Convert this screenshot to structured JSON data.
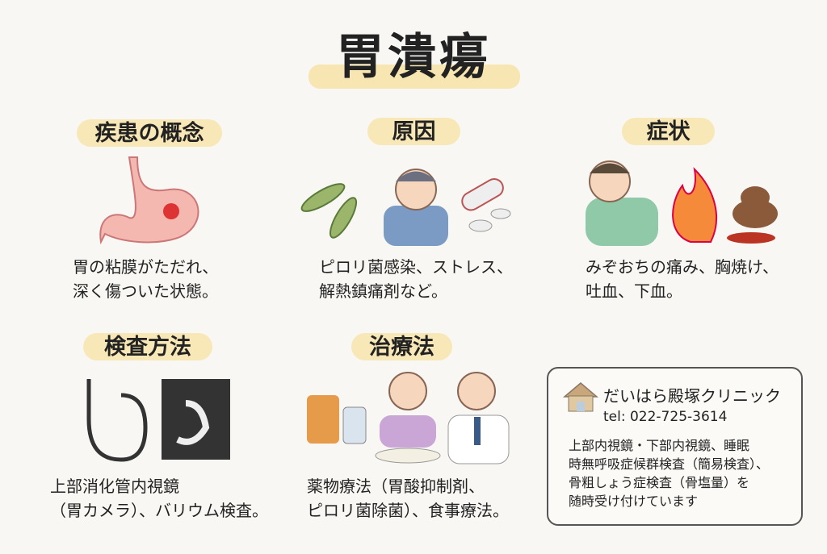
{
  "title": "胃潰瘍",
  "sections": [
    {
      "heading": "疾患の概念",
      "lines": [
        "胃の粘膜がただれ、",
        "深く傷ついた状態。"
      ]
    },
    {
      "heading": "原因",
      "lines": [
        "ピロリ菌感染、ストレス、",
        "解熱鎮痛剤など。"
      ]
    },
    {
      "heading": "症状",
      "lines": [
        "みぞおちの痛み、胸焼け、",
        "吐血、下血。"
      ]
    },
    {
      "heading": "検査方法",
      "lines": [
        "上部消化管内視鏡",
        "（胃カメラ）、バリウム検査。"
      ]
    },
    {
      "heading": "治療法",
      "lines": [
        "薬物療法（胃酸抑制剤、",
        "ピロリ菌除菌）、食事療法。"
      ]
    }
  ],
  "clinic": {
    "name": "だいはら殿塚クリニック",
    "tel": "tel: 022-725-3614",
    "lines": [
      "上部内視鏡・下部内視鏡、睡眠",
      "時無呼吸症候群検査（簡易検査）、",
      "骨粗しょう症検査（骨塩量）を",
      "随時受け付けています"
    ]
  }
}
